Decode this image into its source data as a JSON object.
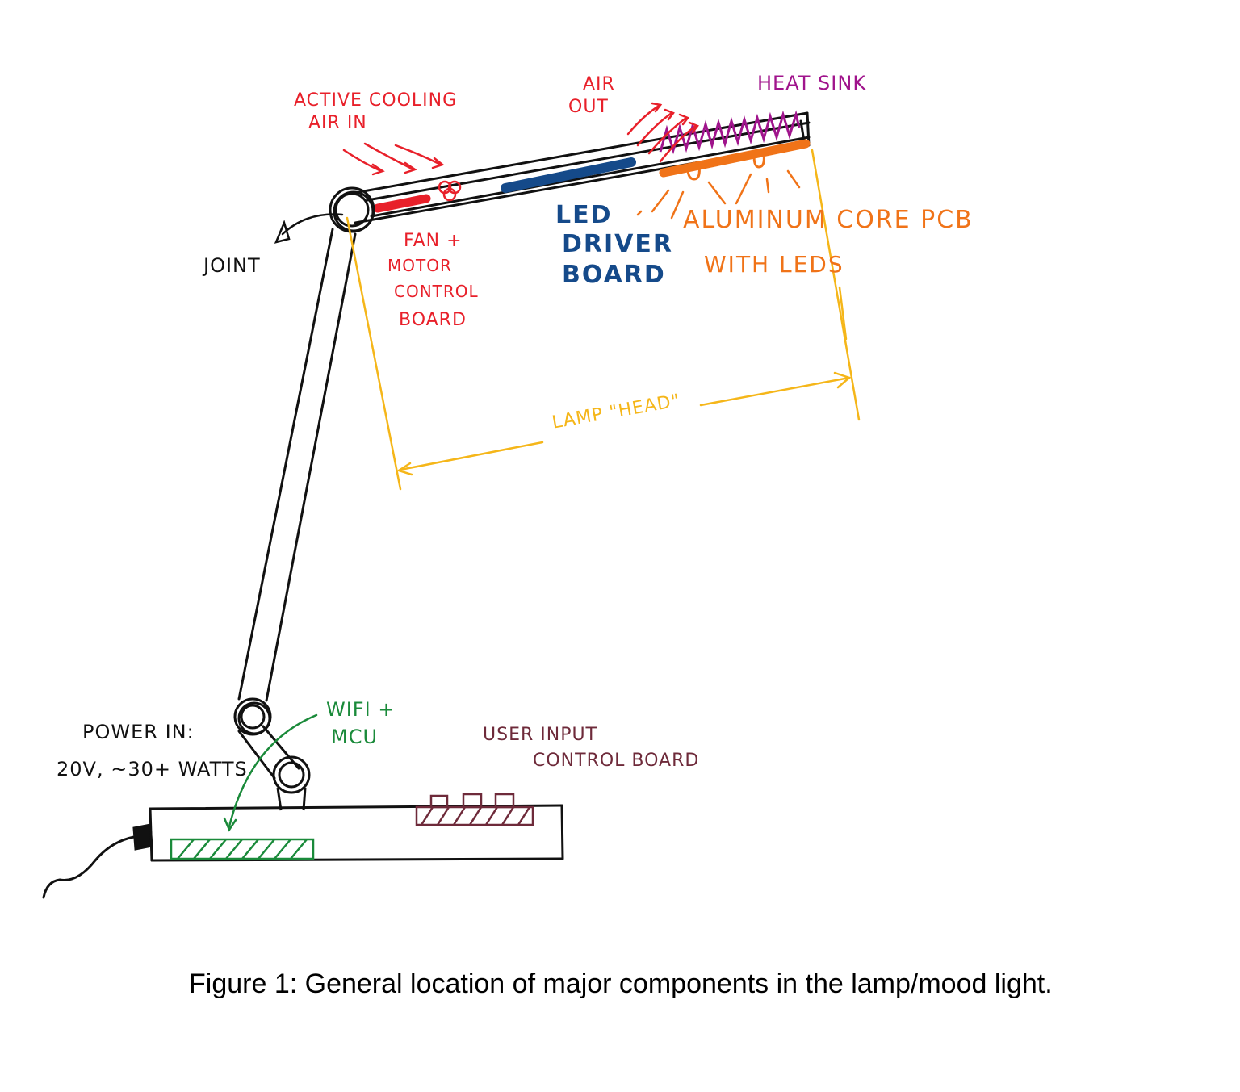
{
  "labels": {
    "active_cooling": "ACTIVE COOLING",
    "air_in": "AIR IN",
    "air": "AIR",
    "out": "OUT",
    "heat_sink": "HEAT SINK",
    "joint": "JOINT",
    "fan_motor": [
      "FAN +",
      "MOTOR",
      "CONTROL",
      "BOARD"
    ],
    "led_driver": [
      "LED",
      "DRIVER",
      "BOARD"
    ],
    "aluminum_pcb": "ALUMINUM CORE PCB",
    "with_leds": "WITH LEDS",
    "lamp_head": "LAMP \"HEAD\"",
    "power_in": "POWER IN:",
    "power_spec": "20V, ~30+ WATTS",
    "wifi_mcu": [
      "WIFI +",
      "MCU"
    ],
    "user_input": [
      "USER INPUT",
      "CONTROL BOARD"
    ]
  },
  "caption": "Figure 1: General location of major components in the lamp/mood light.",
  "colors": {
    "outline": "#111111",
    "fan_board": "#e8202a",
    "driver_board": "#154a8a",
    "heat_sink": "#a0148c",
    "pcb": "#f07318",
    "dimension": "#f5b619",
    "wifi_board": "#1a8a3a",
    "user_board": "#6e2a3a"
  }
}
